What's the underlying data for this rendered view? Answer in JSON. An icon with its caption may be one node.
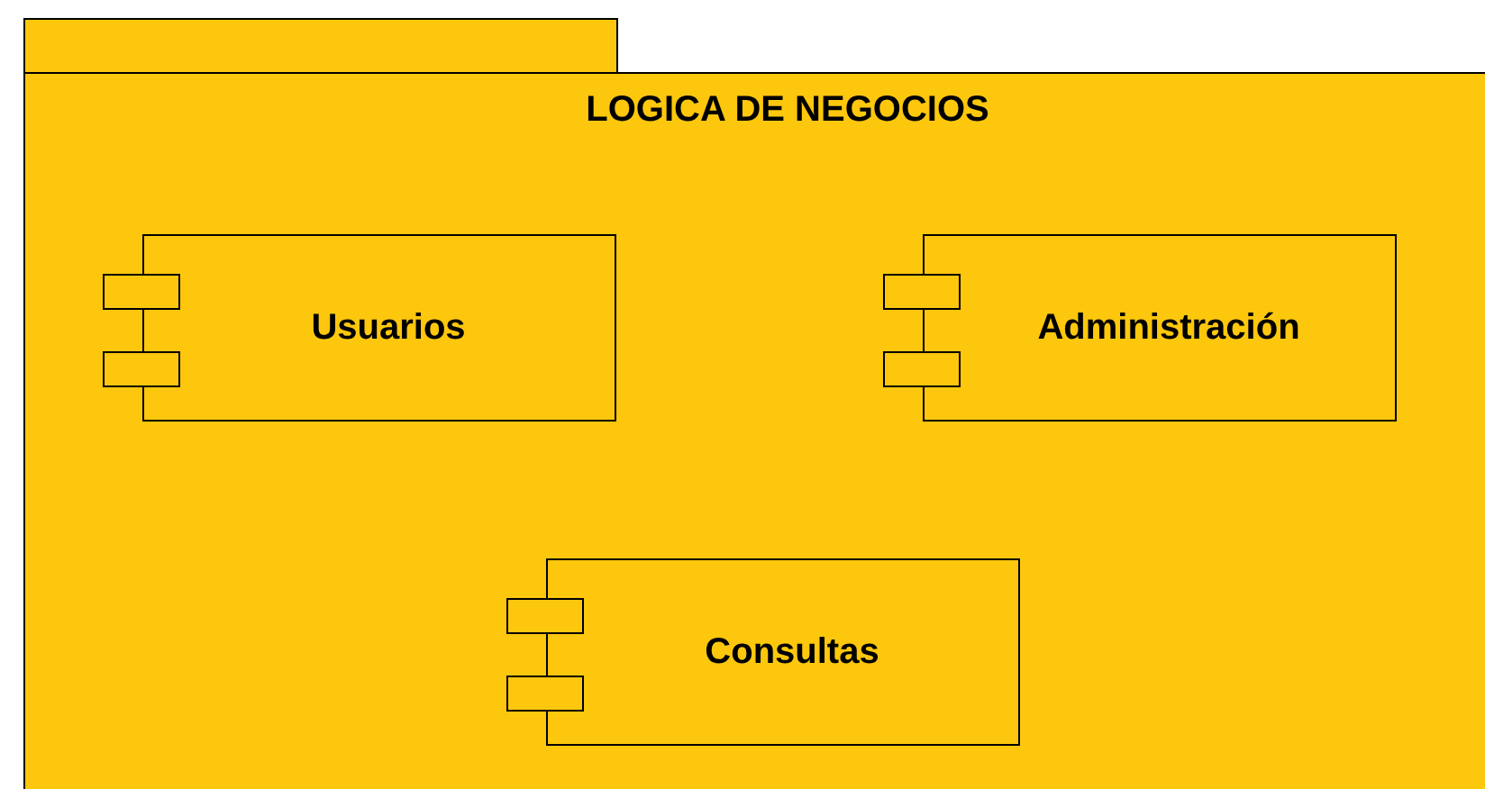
{
  "diagram": {
    "nodes": [
      {
        "text": [
          "LOGICA DE NEGOCIOS"
        ]
      },
      {
        "text": [
          "Usuarios"
        ],
        "in": 0
      },
      {
        "text": [
          "Administración"
        ],
        "in": 0
      },
      {
        "text": [
          "Consultas"
        ],
        "in": 0
      }
    ]
  }
}
